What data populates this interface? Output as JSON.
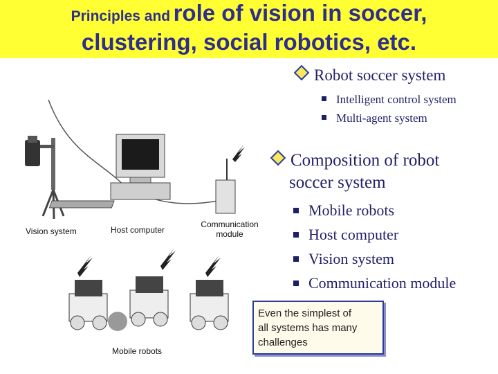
{
  "title": {
    "prefix": "Principles and",
    "line1": "role of vision in soccer,",
    "line2": "clustering, social robotics, etc."
  },
  "robot_soccer": {
    "heading": "Robot soccer system",
    "items": [
      "Intelligent control system",
      "Multi-agent system"
    ]
  },
  "composition": {
    "heading_line1": "Composition of robot",
    "heading_line2": "soccer system",
    "items": [
      "Mobile robots",
      "Host computer",
      "Vision system",
      "Communication module"
    ]
  },
  "figure_labels": {
    "vision": "Vision  system",
    "host": "Host  computer",
    "comm_line1": "Communication",
    "comm_line2": "module",
    "mobile": "Mobile  robots"
  },
  "note": {
    "line1": "Even the simplest of",
    "line2": "all systems has many",
    "line3": "challenges"
  },
  "colors": {
    "title_bg": "#ffff33",
    "title_text": "#2e2e8e",
    "bullet_text": "#1f1f66"
  }
}
